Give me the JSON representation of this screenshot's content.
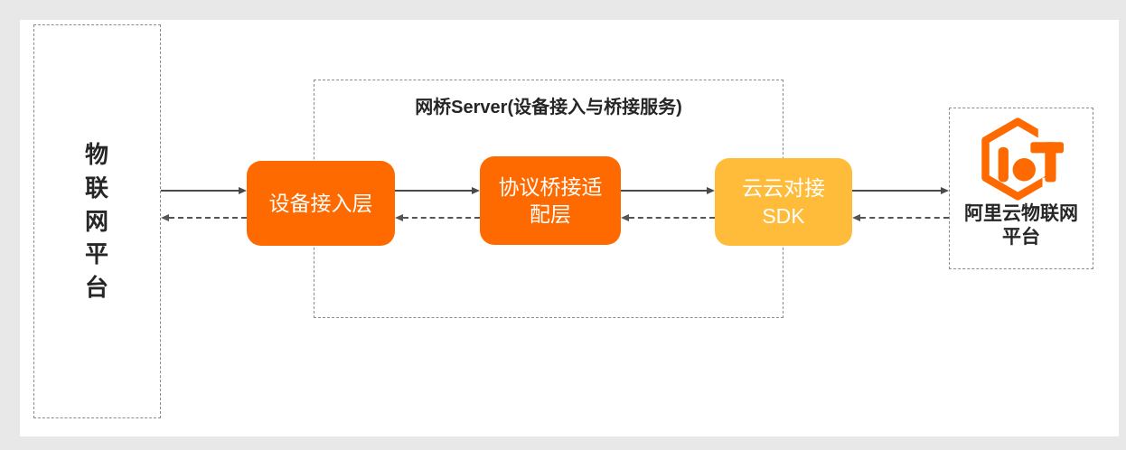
{
  "page": {
    "background_color": "#e8e8e8",
    "card_color": "#ffffff"
  },
  "colors": {
    "primary_orange": "#FF6A00",
    "amber_yellow": "#FFBC3B",
    "arrow_gray": "#4a4a4a",
    "dashed_border_gray": "#8c8c8c",
    "text_dark": "#262626"
  },
  "left_platform": {
    "label": "物\n联\n网\n平\n台"
  },
  "bridge_server": {
    "title": "网桥Server(设备接入与桥接服务)",
    "boxes": [
      {
        "id": "device-access-layer",
        "label": "设备接入层",
        "color": "#FF6A00"
      },
      {
        "id": "protocol-bridge-adapter-layer",
        "label": "协议桥接适\n配层",
        "color": "#FF6A00"
      },
      {
        "id": "cloud-cloud-sdk",
        "label": "云云对接\nSDK",
        "color": "#FFBC3B"
      }
    ]
  },
  "aliyun_platform": {
    "logo_icon": "aliyun-iot-logo",
    "logo_color": "#FF6A00",
    "label": "阿里云物联网\n平台"
  },
  "flows": {
    "forward_arrow": "solid-right-arrow",
    "backward_arrow": "dashed-left-arrow"
  }
}
